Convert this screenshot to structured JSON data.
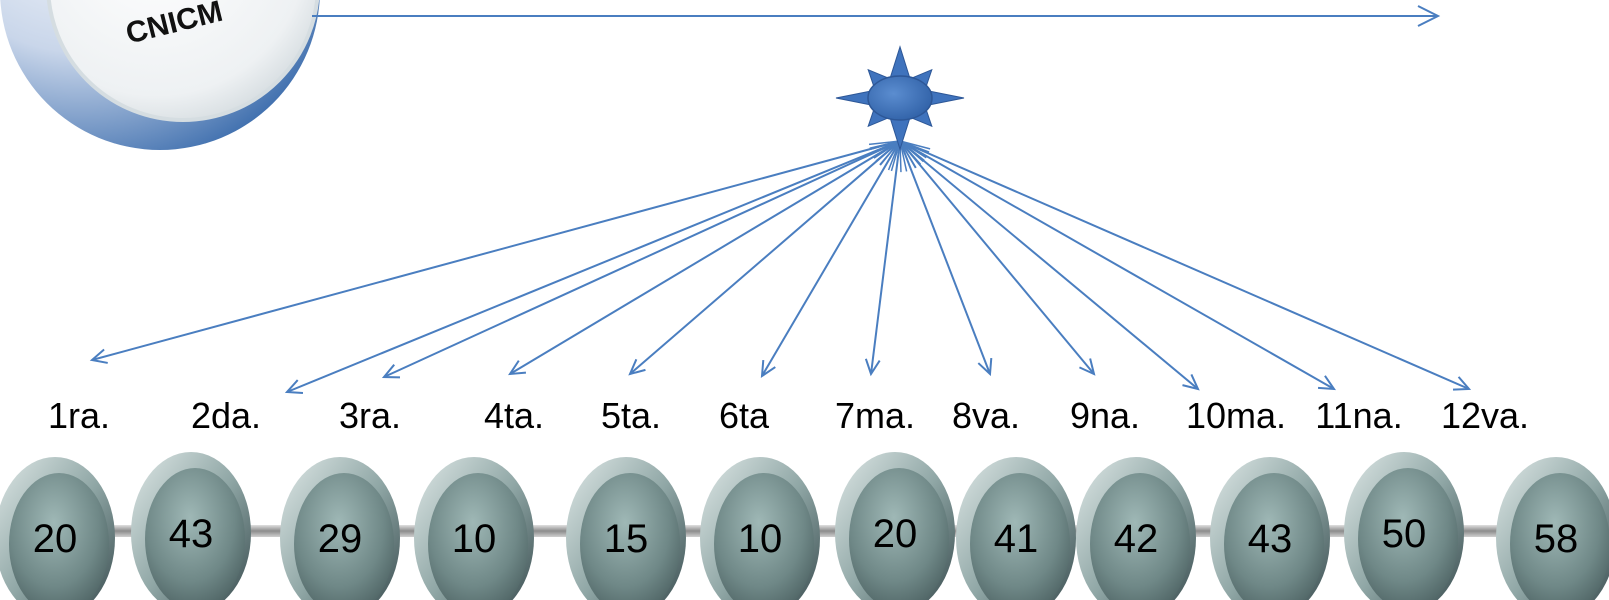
{
  "logo": {
    "text": "CNICM"
  },
  "colors": {
    "arrow": "#4a7ec0",
    "hub": "#3f73bd",
    "disc_dark": "#4d6466",
    "disc_light": "#9fb8b6",
    "disc_rim": "#c9d7d6",
    "connector": "#9a9a9a"
  },
  "hub": {
    "icon": "star-burst-icon"
  },
  "groups": [
    {
      "label": "1ra.",
      "value": "20"
    },
    {
      "label": "2da.",
      "value": "43"
    },
    {
      "label": "3ra.",
      "value": "29"
    },
    {
      "label": "4ta.",
      "value": "10"
    },
    {
      "label": "5ta.",
      "value": "15"
    },
    {
      "label": "6ta",
      "value": "10"
    },
    {
      "label": "7ma.",
      "value": "20"
    },
    {
      "label": "8va.",
      "value": "41"
    },
    {
      "label": "9na.",
      "value": "42"
    },
    {
      "label": "10ma.",
      "value": "43"
    },
    {
      "label": "11na.",
      "value": "50"
    },
    {
      "label": "12va.",
      "value": "58"
    }
  ]
}
